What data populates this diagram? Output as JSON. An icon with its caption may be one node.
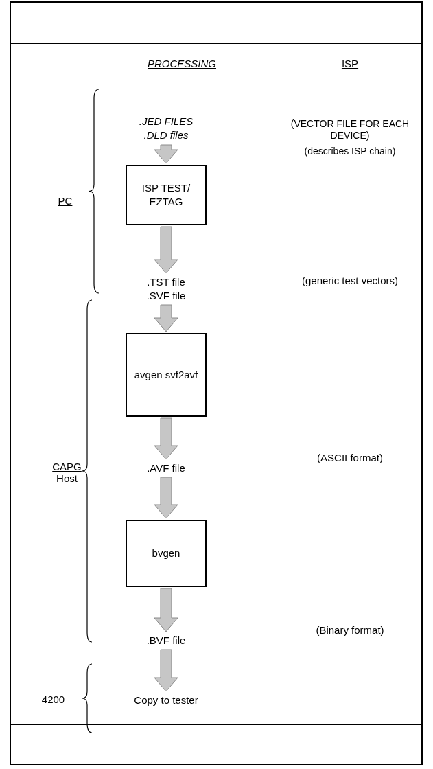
{
  "diagram": {
    "nodes": [
      {
        "text": [
          ".JED FILES",
          ".DLD files"
        ]
      },
      {
        "text": [
          "ISP TEST/ EZTAG"
        ]
      },
      {
        "text": [
          ".TST file",
          ".SVF file"
        ]
      },
      {
        "text": [
          "avgen svf2avf"
        ]
      },
      {
        "text": [
          ".AVF file"
        ]
      },
      {
        "text": [
          "bvgen"
        ]
      },
      {
        "text": [
          ".BVF file"
        ]
      },
      {
        "text": [
          "Copy to tester"
        ]
      }
    ],
    "edges": [
      {
        "from": 0,
        "to": 1,
        "arrow": "to"
      },
      {
        "from": 1,
        "to": 2,
        "arrow": "to"
      },
      {
        "from": 2,
        "to": 3,
        "arrow": "to"
      },
      {
        "from": 3,
        "to": 4,
        "arrow": "to"
      },
      {
        "from": 4,
        "to": 5,
        "arrow": "to"
      },
      {
        "from": 5,
        "to": 6,
        "arrow": "to"
      },
      {
        "from": 6,
        "to": 7,
        "arrow": "to"
      }
    ],
    "labels": [
      "PROCESSING",
      "ISP",
      "(VECTOR FILE FOR EACH DEVICE)",
      "(describes ISP chain)",
      "PC",
      "(generic test vectors)",
      "(ASCII format)",
      "CAPG Host",
      "(Binary format)",
      "4200"
    ]
  }
}
